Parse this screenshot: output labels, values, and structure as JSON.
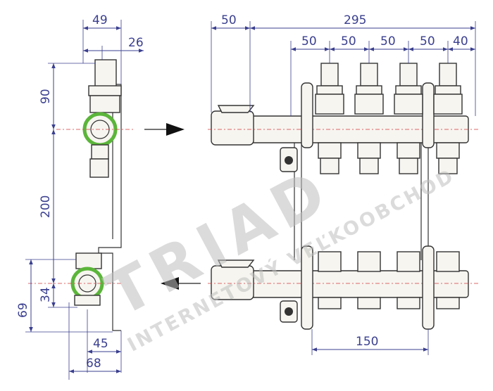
{
  "dimensions": {
    "side_top_width": "49",
    "side_top_offset": "26",
    "side_height_upper": "90",
    "side_height_center": "200",
    "side_bottom_34": "34",
    "side_bottom_69": "69",
    "side_bottom_45": "45",
    "side_bottom_68": "68",
    "front_left": "50",
    "front_total": "295",
    "front_spacing_1": "50",
    "front_spacing_2": "50",
    "front_spacing_3": "50",
    "front_spacing_4": "50",
    "front_end": "40",
    "front_bracket": "150"
  },
  "watermark": {
    "line1": "TRIAD",
    "line2": "INTERNETOVÝ VEĽKOOBCHOD"
  },
  "colors": {
    "dimension": "#3a3f8f",
    "axis": "#d23a3a",
    "highlight": "#5bb53a"
  }
}
